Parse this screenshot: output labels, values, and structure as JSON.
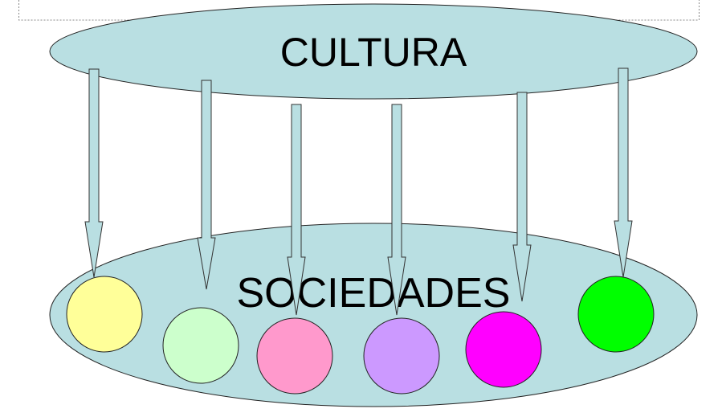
{
  "diagram": {
    "top_label": "CULTURA",
    "bottom_label": "SOCIEDADES",
    "colors": {
      "ellipse_fill": "#b9dfe2",
      "arrow_fill": "#b9dfe2",
      "stroke": "#333333"
    },
    "societies": [
      {
        "color": "#ffff99"
      },
      {
        "color": "#ccffcc"
      },
      {
        "color": "#ff99cc"
      },
      {
        "color": "#cc99ff"
      },
      {
        "color": "#ff00ff"
      },
      {
        "color": "#00ff00"
      }
    ],
    "arrow_count": 6
  }
}
